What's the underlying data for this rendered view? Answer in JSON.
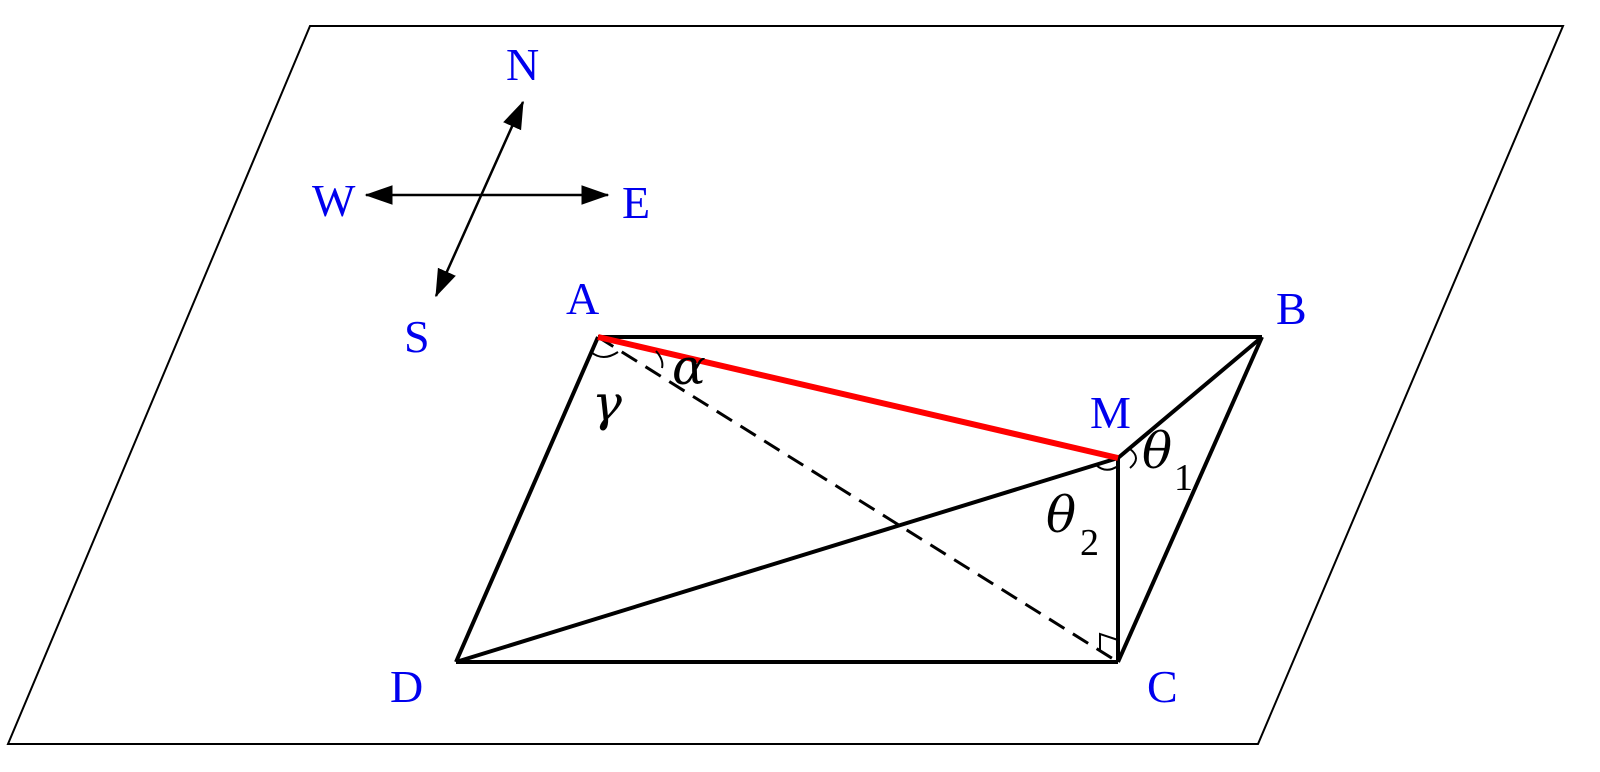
{
  "colors": {
    "label": "#0000ee",
    "line": "#000000",
    "highlight": "#ff0000"
  },
  "compass": {
    "north": "N",
    "south": "S",
    "east": "E",
    "west": "W"
  },
  "points": {
    "A": "A",
    "B": "B",
    "C": "C",
    "D": "D",
    "M": "M"
  },
  "angles": {
    "alpha": "α",
    "gamma": "γ",
    "theta": "θ",
    "theta1_sub": "1",
    "theta2_sub": "2"
  }
}
